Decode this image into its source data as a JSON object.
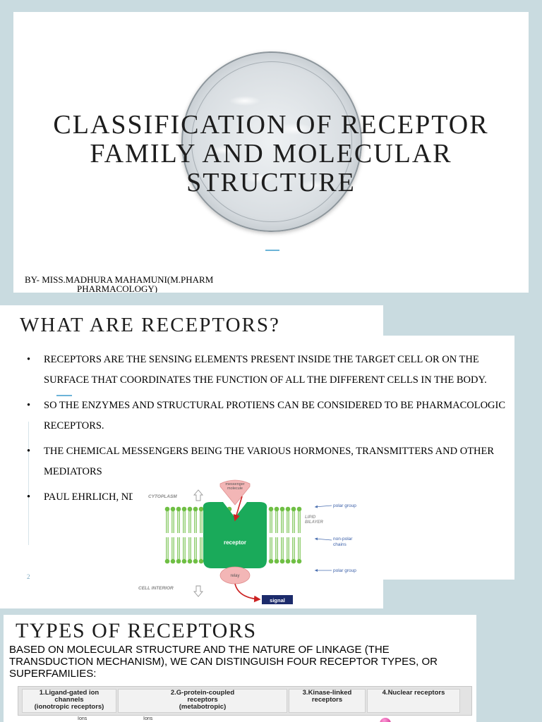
{
  "slide1": {
    "title_lines": [
      "CLASSIFICATION OF RECEPTOR",
      "FAMILY AND MOLECULAR",
      "STRUCTURE"
    ],
    "author_line1": "BY- MISS.MADHURA MAHAMUNI(M.PHARM",
    "author_line2": "PHARMACOLOGY)"
  },
  "slide2": {
    "title": "WHAT ARE RECEPTORS?",
    "bullet_char": "•",
    "bullets": [
      "RECEPTORS ARE THE SENSING ELEMENTS PRESENT INSIDE THE TARGET CELL OR ON THE SURFACE THAT COORDINATES THE FUNCTION OF ALL THE DIFFERENT CELLS IN THE BODY.",
      "SO THE ENZYMES AND STRUCTURAL PROTIENS CAN BE CONSIDERED TO BE PHARMACOLOGIC RECEPTORS.",
      "THE CHEMICAL MESSENGERS BEING THE VARIOUS HORMONES, TRANSMITTERS AND OTHER MEDIATORS",
      " PAUL EHRLICH, ND THEIR FIRST LOCK & KEY FIT MODEL."
    ],
    "slide_number": "2",
    "diagram": {
      "cytoplasm": "CYTOPLASM",
      "cell_interior": "CELL INTERIOR",
      "messenger_line1": "messenger",
      "messenger_line2": "molecule",
      "receptor": "receptor",
      "relay": "relay",
      "signal": "signal",
      "polar_group_top": "polar group",
      "lipid_line1": "LIPID",
      "lipid_line2": "BILAYER",
      "nonpolar_line1": "non-polar",
      "nonpolar_line2": "chains",
      "polar_group_bottom": "polar group"
    }
  },
  "slide3": {
    "title": "TYPES OF RECEPTORS",
    "intro": "BASED ON MOLECULAR STRUCTURE AND THE NATURE OF LINKAGE (THE TRANSDUCTION MECHANISM), WE CAN DISTINGUISH FOUR RECEPTOR TYPES, OR SUPERFAMILIES:",
    "types": [
      {
        "line1": "1.Ligand-gated ion",
        "line2": "channels",
        "line3": "(ionotropic receptors)"
      },
      {
        "line1": "2.G-protein-coupled",
        "line2": "receptors",
        "line3": "(metabotropic)"
      },
      {
        "line1": "3.Kinase-linked",
        "line2": "receptors",
        "line3": ""
      },
      {
        "line1": "4.Nuclear receptors",
        "line2": "",
        "line3": ""
      }
    ],
    "ions_label_1": "Ions",
    "ions_label_2": "Ions"
  },
  "colors": {
    "background": "#c9dbe0",
    "accent": "#6cb4d8",
    "membrane_green": "#6fbf44",
    "receptor_green": "#1aaa5a",
    "messenger_pink": "#f3b6b6",
    "signal_navy": "#1c2b6b"
  }
}
